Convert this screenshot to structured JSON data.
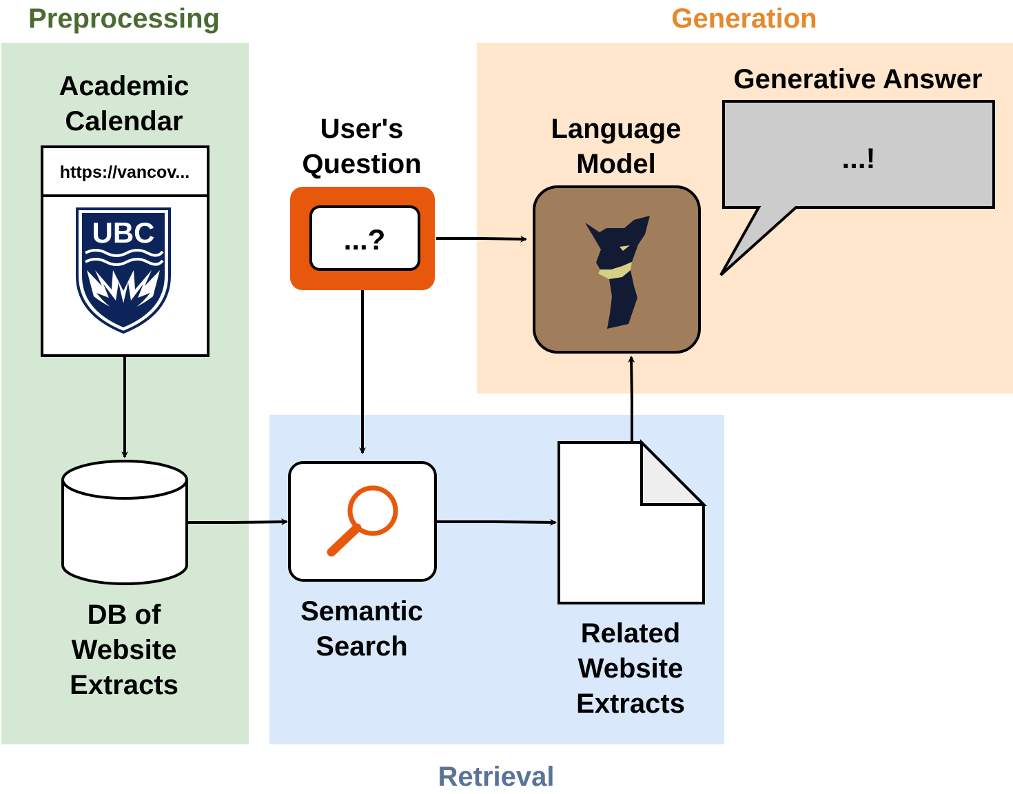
{
  "colors": {
    "preprocessing_bg": "#d5e8d4",
    "generation_bg": "#ffe6cc",
    "retrieval_bg": "#dae8fc",
    "preprocessing_title": "#4b6b32",
    "generation_title": "#e6892d",
    "retrieval_title": "#5a7399",
    "question_box": "#e8580c",
    "search_icon": "#e8580c",
    "speech_bubble": "#cccccc",
    "model_tile": "#a07e5b",
    "ubc_navy": "#0c2459"
  },
  "sections": {
    "preprocessing": "Preprocessing",
    "generation": "Generation",
    "retrieval": "Retrieval"
  },
  "nodes": {
    "calendar": {
      "title_line1": "Academic",
      "title_line2": "Calendar",
      "url": "https://vancov...",
      "logo_text": "UBC",
      "logo_icon": "ubc-crest-icon"
    },
    "db": {
      "line1": "DB of",
      "line2": "Website",
      "line3": "Extracts",
      "icon": "database-icon"
    },
    "question": {
      "title_line1": "User's",
      "title_line2": "Question",
      "text": "...?"
    },
    "search": {
      "line1": "Semantic",
      "line2": "Search",
      "icon": "magnifier-icon"
    },
    "extracts": {
      "line1": "Related",
      "line2": "Website",
      "line3": "Extracts",
      "icon": "document-icon"
    },
    "model": {
      "title_line1": "Language",
      "title_line2": "Model",
      "icon": "llama-icon"
    },
    "answer": {
      "title": "Generative Answer",
      "text": "...!"
    }
  }
}
